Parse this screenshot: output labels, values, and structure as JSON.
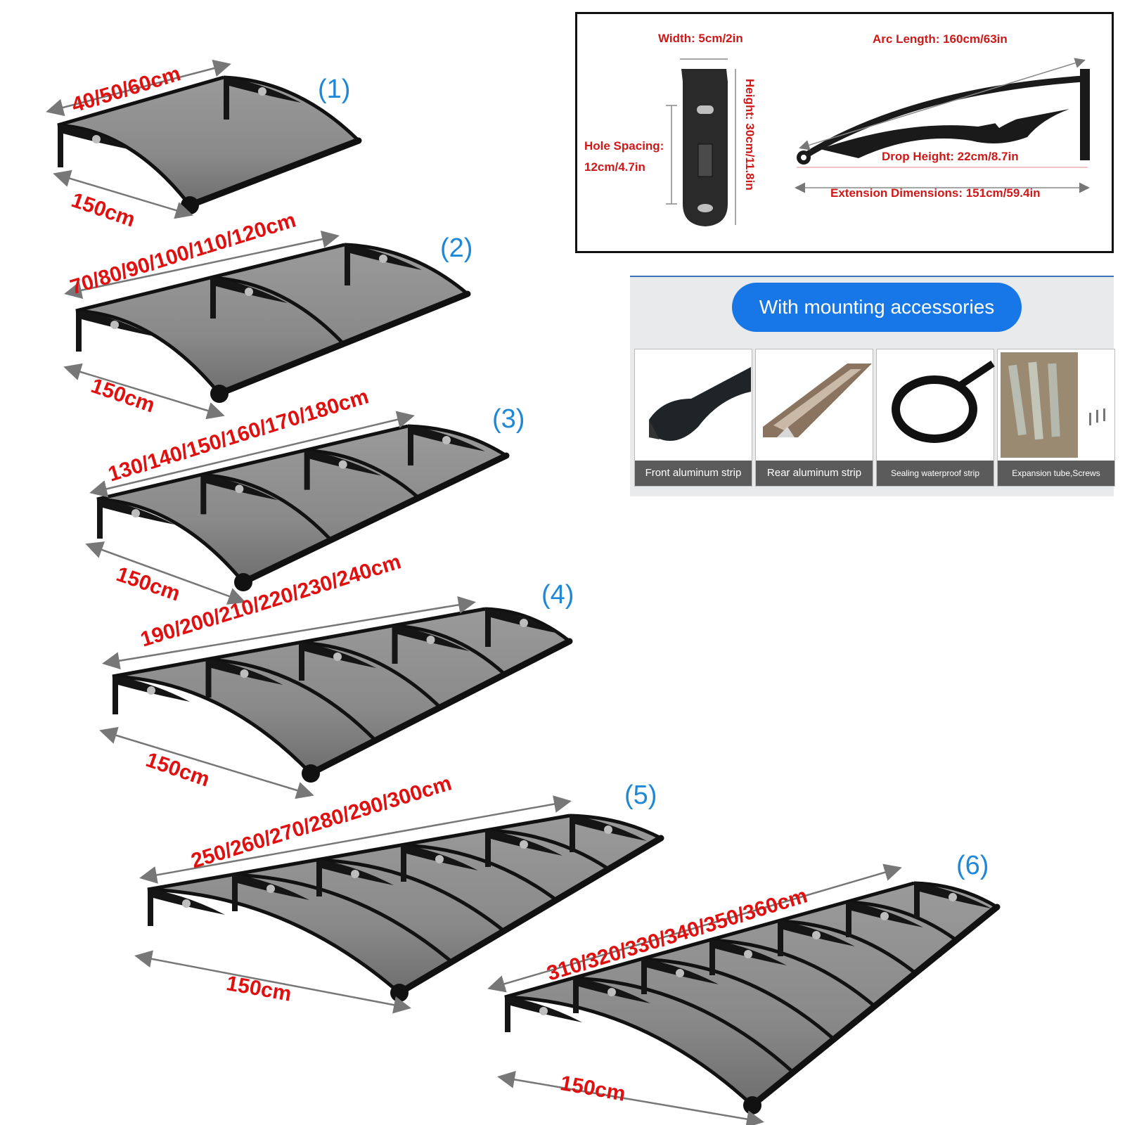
{
  "variants": [
    {
      "number": "(1)",
      "width": "40/50/60cm",
      "depth": "150cm"
    },
    {
      "number": "(2)",
      "width": "70/80/90/100/110/120cm",
      "depth": "150cm"
    },
    {
      "number": "(3)",
      "width": "130/140/150/160/170/180cm",
      "depth": "150cm"
    },
    {
      "number": "(4)",
      "width": "190/200/210/220/230/240cm",
      "depth": "150cm"
    },
    {
      "number": "(5)",
      "width": "250/260/270/280/290/300cm",
      "depth": "150cm"
    },
    {
      "number": "(6)",
      "width": "310/320/330/340/350/360cm",
      "depth": "150cm"
    }
  ],
  "specs": {
    "width": "Width: 5cm/2in",
    "height": "Height: 30cm/11.8in",
    "hole_spacing_line1": "Hole Spacing:",
    "hole_spacing_line2": "12cm/4.7in",
    "arc_length": "Arc Length: 160cm/63in",
    "drop_height": "Drop Height: 22cm/8.7in",
    "extension": "Extension Dimensions: 151cm/59.4in"
  },
  "accessories": {
    "title": "With mounting accessories",
    "items": [
      {
        "label": "Front aluminum strip"
      },
      {
        "label": "Rear aluminum strip"
      },
      {
        "label": "Sealing waterproof strip"
      },
      {
        "label": "Expansion tube,Screws"
      }
    ]
  },
  "colors": {
    "dimension_text": "#e01010",
    "variant_number": "#1e88d6",
    "accessory_pill": "#1877e6"
  }
}
